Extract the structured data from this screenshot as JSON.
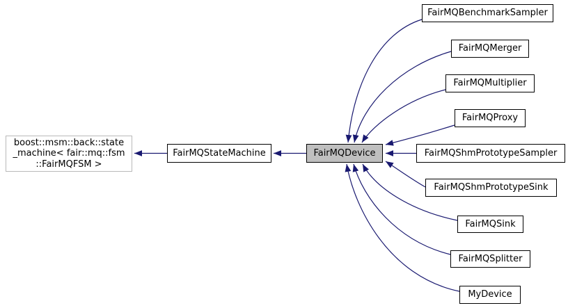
{
  "diagram": {
    "type": "class-inheritance-graph",
    "background_color": "#ffffff",
    "edge_color": "#191970",
    "highlight_fill_color": "#bfbfbf",
    "box_border_color": "#000000",
    "external_box_border_color": "#b9b9b9",
    "nodes": {
      "external": {
        "label": "boost::msm::back::state\n_machine< fair::mq::fsm\n::FairMQFSM >"
      },
      "statemachine": {
        "label": "FairMQStateMachine"
      },
      "device": {
        "label": "FairMQDevice"
      },
      "derived": [
        {
          "label": "FairMQBenchmarkSampler"
        },
        {
          "label": "FairMQMerger"
        },
        {
          "label": "FairMQMultiplier"
        },
        {
          "label": "FairMQProxy"
        },
        {
          "label": "FairMQShmPrototypeSampler"
        },
        {
          "label": "FairMQShmPrototypeSink"
        },
        {
          "label": "FairMQSink"
        },
        {
          "label": "FairMQSplitter"
        },
        {
          "label": "MyDevice"
        }
      ]
    }
  }
}
